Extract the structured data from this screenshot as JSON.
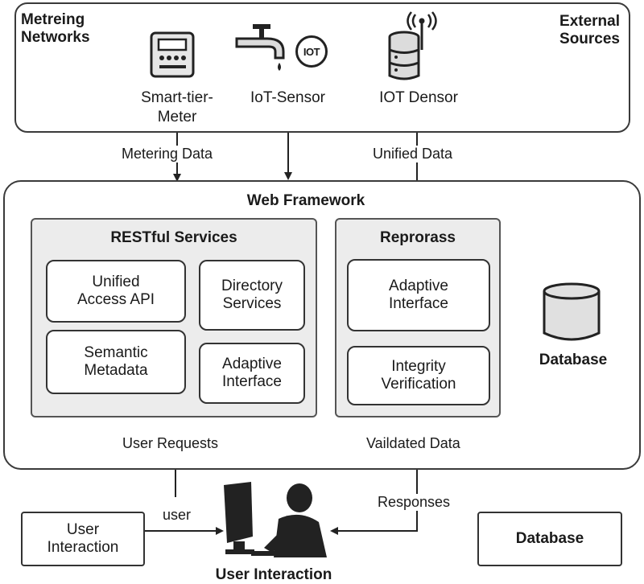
{
  "top_panel": {
    "left_title": [
      "Metreing",
      "Networks"
    ],
    "right_title": [
      "External",
      "Sources"
    ],
    "devices": [
      {
        "label": [
          "Smart-tier-",
          "Meter"
        ],
        "icon": "smart-meter-icon"
      },
      {
        "label": [
          "IoT-Sensor"
        ],
        "icon": "water-tap-iot-icon"
      },
      {
        "label": [
          "IOT Densor"
        ],
        "icon": "database-antenna-icon"
      }
    ],
    "iot_badge": "IOT"
  },
  "flows": {
    "metering_data": "Metering Data",
    "unified_data": "Unified Data",
    "user_requests": "User Requests",
    "validated_data": "Vaildated Data",
    "responses": "Responses",
    "user": "user"
  },
  "web_framework": {
    "title": "Web Framework",
    "restful": {
      "title": "RESTful Services",
      "items": [
        [
          "Unified",
          "Access API"
        ],
        [
          "Directory",
          "Services"
        ],
        [
          "Semantic",
          "Metadata"
        ],
        [
          "Adaptive",
          "Interface"
        ]
      ]
    },
    "reprocess": {
      "title": "Reprorass",
      "items": [
        [
          "Adaptive",
          "Interface"
        ],
        [
          "Integrity",
          "Verification"
        ]
      ]
    },
    "database": "Database"
  },
  "bottom": {
    "user_interaction_box": [
      "User",
      "Interaction"
    ],
    "user_figure_label": "User Interaction",
    "database_box": "Database"
  },
  "colors": {
    "stroke": "#333333",
    "panel_fill": "#ececec",
    "icon_fill": "#dcdcdc"
  }
}
